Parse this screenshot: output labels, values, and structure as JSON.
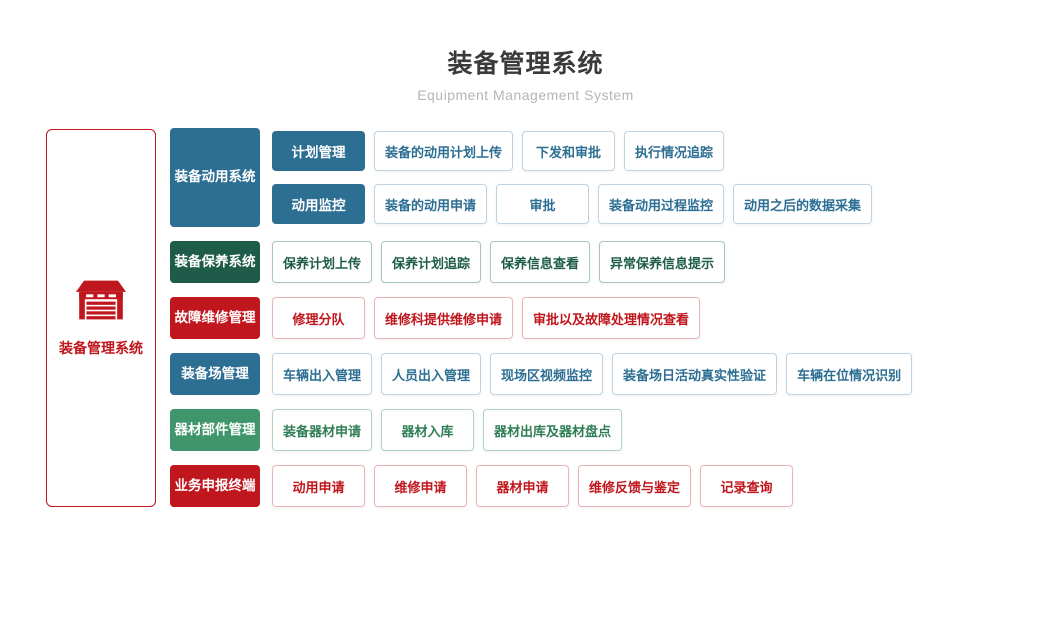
{
  "page": {
    "title": "装备管理系统",
    "subtitle": "Equipment Management System"
  },
  "root": {
    "label": "装备管理系统",
    "icon": "garage-icon"
  },
  "colors": {
    "blue": "#2d6e93",
    "dark_green": "#1e5c49",
    "green": "#3f966b",
    "red": "#c0161d"
  },
  "groups": [
    {
      "label": "装备动用系统",
      "theme": "blue",
      "rows": [
        {
          "sub": "计划管理",
          "items": [
            "装备的动用计划上传",
            "下发和审批",
            "执行情况追踪"
          ]
        },
        {
          "sub": "动用监控",
          "items": [
            "装备的动用申请",
            "审批",
            "装备动用过程监控",
            "动用之后的数据采集"
          ]
        }
      ]
    },
    {
      "label": "装备保养系统",
      "theme": "dark_green",
      "items": [
        "保养计划上传",
        "保养计划追踪",
        "保养信息查看",
        "异常保养信息提示"
      ]
    },
    {
      "label": "故障维修管理",
      "theme": "red",
      "items": [
        "修理分队",
        "维修科提供维修申请",
        "审批以及故障处理情况查看"
      ]
    },
    {
      "label": "装备场管理",
      "theme": "blue",
      "items": [
        "车辆出入管理",
        "人员出入管理",
        "现场区视频监控",
        "装备场日活动真实性验证",
        "车辆在位情况识别"
      ]
    },
    {
      "label": "器材部件管理",
      "theme": "green",
      "items": [
        "装备器材申请",
        "器材入库",
        "器材出库及器材盘点"
      ]
    },
    {
      "label": "业务申报终端",
      "theme": "red",
      "items": [
        "动用申请",
        "维修申请",
        "器材申请",
        "维修反馈与鉴定",
        "记录查询"
      ]
    }
  ]
}
